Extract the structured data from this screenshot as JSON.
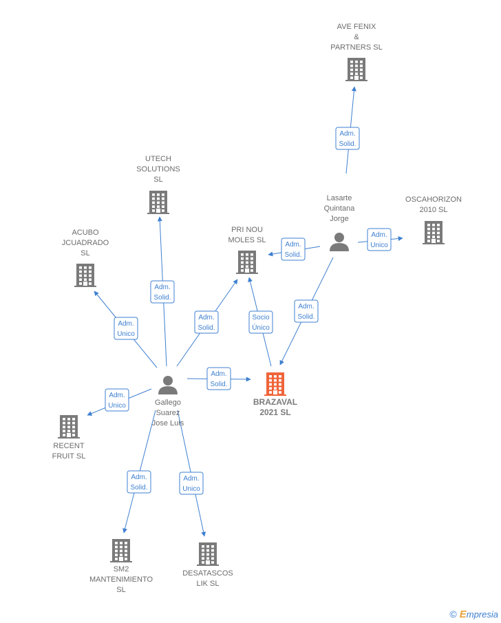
{
  "colors": {
    "edge": "#3d7fd0",
    "company": "#7a7a7a",
    "focus": "#f0643a",
    "person": "#7a7a7a"
  },
  "nodes": [
    {
      "id": "brazaval",
      "kind": "company",
      "focus": true,
      "lines": [
        "BRAZAVAL",
        "2021  SL"
      ],
      "icon": "building-icon"
    },
    {
      "id": "gallego",
      "kind": "person",
      "lines": [
        "Gallego",
        "Suarez",
        "Jose Luis"
      ],
      "icon": "person-icon"
    },
    {
      "id": "lasarte",
      "kind": "person",
      "lines": [
        "Lasarte",
        "Quintana",
        "Jorge"
      ],
      "icon": "person-icon"
    },
    {
      "id": "avefenix",
      "kind": "company",
      "lines": [
        "AVE FENIX",
        "&",
        "PARTNERS  SL"
      ],
      "icon": "building-icon"
    },
    {
      "id": "utech",
      "kind": "company",
      "lines": [
        "UTECH",
        "SOLUTIONS",
        "SL"
      ],
      "icon": "building-icon"
    },
    {
      "id": "acubo",
      "kind": "company",
      "lines": [
        "ACUBO",
        "JCUADRADO",
        "SL"
      ],
      "icon": "building-icon"
    },
    {
      "id": "prinou",
      "kind": "company",
      "lines": [
        "PRI NOU",
        "MOLES  SL"
      ],
      "icon": "building-icon"
    },
    {
      "id": "oscahorizon",
      "kind": "company",
      "lines": [
        "OSCAHORIZON",
        "2010 SL"
      ],
      "icon": "building-icon"
    },
    {
      "id": "recent",
      "kind": "company",
      "lines": [
        "RECENT",
        "FRUIT  SL"
      ],
      "icon": "building-icon"
    },
    {
      "id": "sm2",
      "kind": "company",
      "lines": [
        "SM2",
        "MANTENIMIENTO",
        "SL"
      ],
      "icon": "building-icon"
    },
    {
      "id": "desatascos",
      "kind": "company",
      "lines": [
        "DESATASCOS",
        "LIK  SL"
      ],
      "icon": "building-icon"
    }
  ],
  "edges": [
    {
      "from": "lasarte",
      "to": "avefenix",
      "lines": [
        "Adm.",
        "Solid."
      ]
    },
    {
      "from": "lasarte",
      "to": "prinou",
      "lines": [
        "Adm.",
        "Solid."
      ]
    },
    {
      "from": "lasarte",
      "to": "oscahorizon",
      "lines": [
        "Adm.",
        "Unico"
      ]
    },
    {
      "from": "lasarte",
      "to": "brazaval",
      "lines": [
        "Adm.",
        "Solid."
      ]
    },
    {
      "from": "gallego",
      "to": "utech",
      "lines": [
        "Adm.",
        "Solid."
      ]
    },
    {
      "from": "gallego",
      "to": "acubo",
      "lines": [
        "Adm.",
        "Unico"
      ]
    },
    {
      "from": "gallego",
      "to": "prinou",
      "lines": [
        "Adm.",
        "Solid."
      ]
    },
    {
      "from": "gallego",
      "to": "brazaval",
      "lines": [
        "Adm.",
        "Solid."
      ]
    },
    {
      "from": "gallego",
      "to": "recent",
      "lines": [
        "Adm.",
        "Unico"
      ]
    },
    {
      "from": "gallego",
      "to": "sm2",
      "lines": [
        "Adm.",
        "Solid."
      ]
    },
    {
      "from": "gallego",
      "to": "desatascos",
      "lines": [
        "Adm.",
        "Unico"
      ]
    },
    {
      "from": "brazaval",
      "to": "prinou",
      "lines": [
        "Socio",
        "Único"
      ]
    }
  ],
  "watermark": {
    "copyright": "©",
    "brand_initial": "E",
    "brand_rest": "mpresia"
  }
}
